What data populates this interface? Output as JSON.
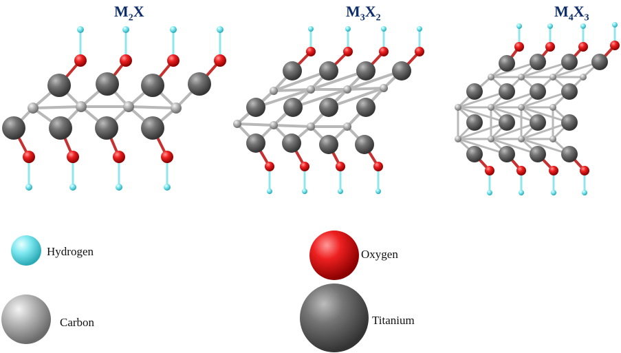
{
  "structures": [
    {
      "id": "m2x",
      "base": "M",
      "base_sub": "2",
      "second": "X",
      "second_sub": ""
    },
    {
      "id": "m3x2",
      "base": "M",
      "base_sub": "3",
      "second": "X",
      "second_sub": "2"
    },
    {
      "id": "m4x3",
      "base": "M",
      "base_sub": "4",
      "second": "X",
      "second_sub": "3"
    }
  ],
  "legend": [
    {
      "label": "Hydrogen",
      "element": "hydrogen"
    },
    {
      "label": "Oxygen",
      "element": "oxygen"
    },
    {
      "label": "Carbon",
      "element": "carbon"
    },
    {
      "label": "Titanium",
      "element": "titanium"
    }
  ],
  "colors": {
    "hydrogen": "#66e0ea",
    "oxygen": "#e01818",
    "carbon": "#a8a8a8",
    "titanium": "#6e6e6e",
    "title": "#0d2d6b"
  }
}
